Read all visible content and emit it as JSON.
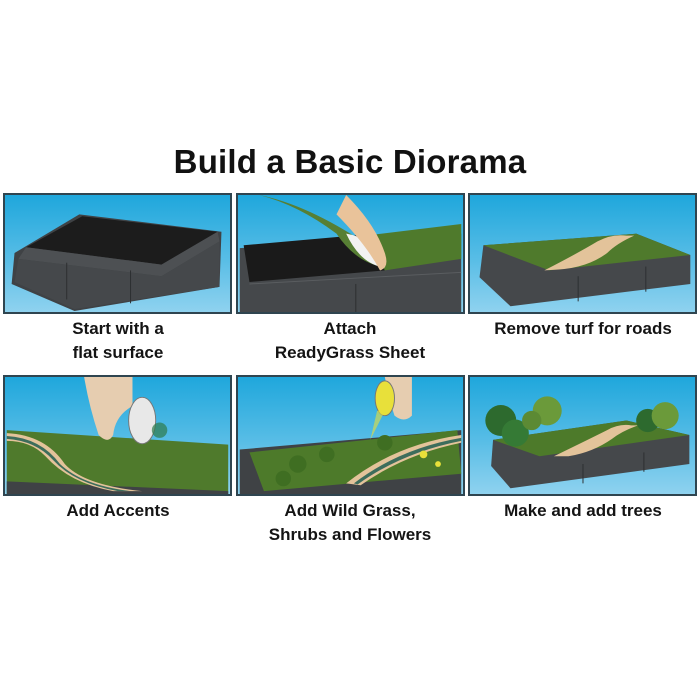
{
  "title": "Build a Basic Diorama",
  "steps": [
    {
      "caption_line1": "Start with a",
      "caption_line2": "flat surface",
      "image": "black-base-tray"
    },
    {
      "caption_line1": "Attach",
      "caption_line2": "ReadyGrass Sheet",
      "image": "hand-peeling-grass-sheet"
    },
    {
      "caption_line1": "Remove turf for roads",
      "caption_line2": "",
      "image": "grass-base-with-road"
    },
    {
      "caption_line1": "Add Accents",
      "caption_line2": "",
      "image": "hand-sprinkling-accents"
    },
    {
      "caption_line1": "Add Wild Grass,",
      "caption_line2": "Shrubs and Flowers",
      "image": "hand-sprinkling-flowers"
    },
    {
      "caption_line1": "Make and add trees",
      "caption_line2": "",
      "image": "diorama-with-trees"
    }
  ],
  "colors": {
    "sky": "#1fa7dc",
    "panel_border": "#2f4550",
    "base_dark": "#4a4d50",
    "grass": "#4f7a2c",
    "road": "#e3c39a"
  }
}
